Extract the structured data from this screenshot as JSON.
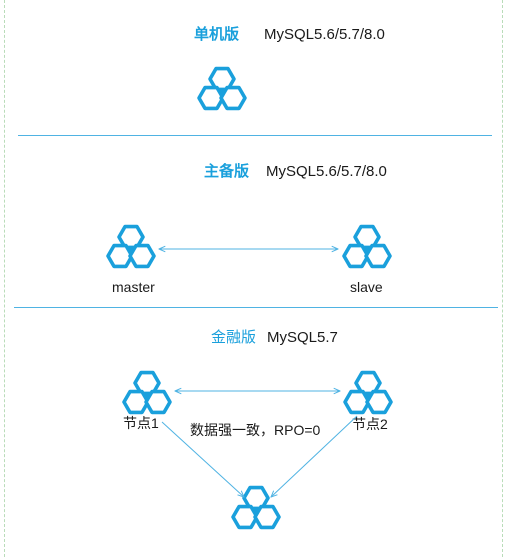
{
  "colors": {
    "accent": "#1aa0dc",
    "line": "#4fb3e3",
    "frame": "#b9dcb9"
  },
  "icon_name": "db-hexagon-cluster-icon",
  "single": {
    "title": "单机版",
    "version": "MySQL5.6/5.7/8.0"
  },
  "master_standby": {
    "title": "主备版",
    "version": "MySQL5.6/5.7/8.0",
    "master_label": "master",
    "slave_label": "slave"
  },
  "finance": {
    "title": "金融版",
    "version": "MySQL5.7",
    "node1_label": "节点1",
    "node2_label": "节点2",
    "consistency_label": "数据强一致，RPO=0"
  }
}
